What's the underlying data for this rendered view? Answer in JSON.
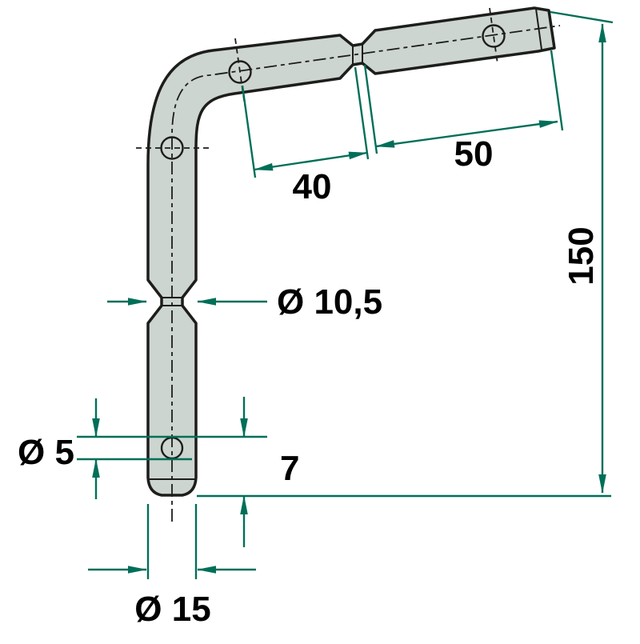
{
  "drawing": {
    "labels": {
      "dim_40": "40",
      "dim_50": "50",
      "dim_150": "150",
      "neck_diameter": "Ø 10,5",
      "hole_diameter": "Ø 5",
      "tip_offset": "7",
      "rod_diameter": "Ø 15"
    },
    "colors": {
      "dim": "#006f58",
      "fill": "#ccd5cf",
      "ink": "#1d1d1b",
      "bg": "#ffffff"
    }
  }
}
